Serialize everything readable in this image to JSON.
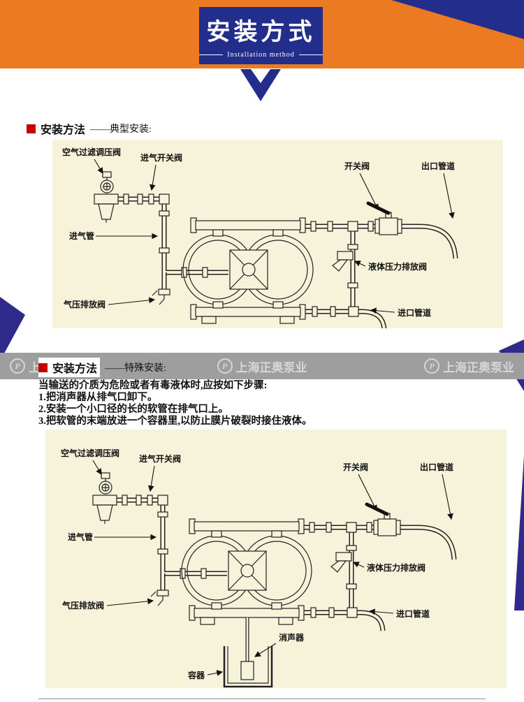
{
  "header": {
    "title": "安装方式",
    "subtitle": "Installation method"
  },
  "section1": {
    "title": "安装方法",
    "subtitle": "——典型安装:"
  },
  "section2": {
    "title": "安装方法",
    "subtitle": "——特殊安装:",
    "intro": "当输送的介质为危险或者有毒液体时,应按如下步骤:",
    "steps": [
      "1.把消声器从排气口卸下。",
      "2.安装一个小口径的长的软管在排气口上。",
      "3.把软管的末端放进一个容器里,以防止膜片破裂时接住液体。"
    ]
  },
  "watermark": {
    "brand": "上海正奥泵业",
    "logo_letter": "P"
  },
  "diagram_labels": {
    "air_filter_valve": "空气过滤调压阀",
    "air_inlet_switch_valve": "进气开关阀",
    "switch_valve": "开关阀",
    "outlet_pipe": "出口管道",
    "air_inlet_pipe": "进气管",
    "liquid_pressure_relief_valve": "液体压力排放阀",
    "air_pressure_relief_valve": "气压排放阀",
    "inlet_pipe": "进口管道",
    "muffler": "消声器",
    "container": "容器"
  }
}
